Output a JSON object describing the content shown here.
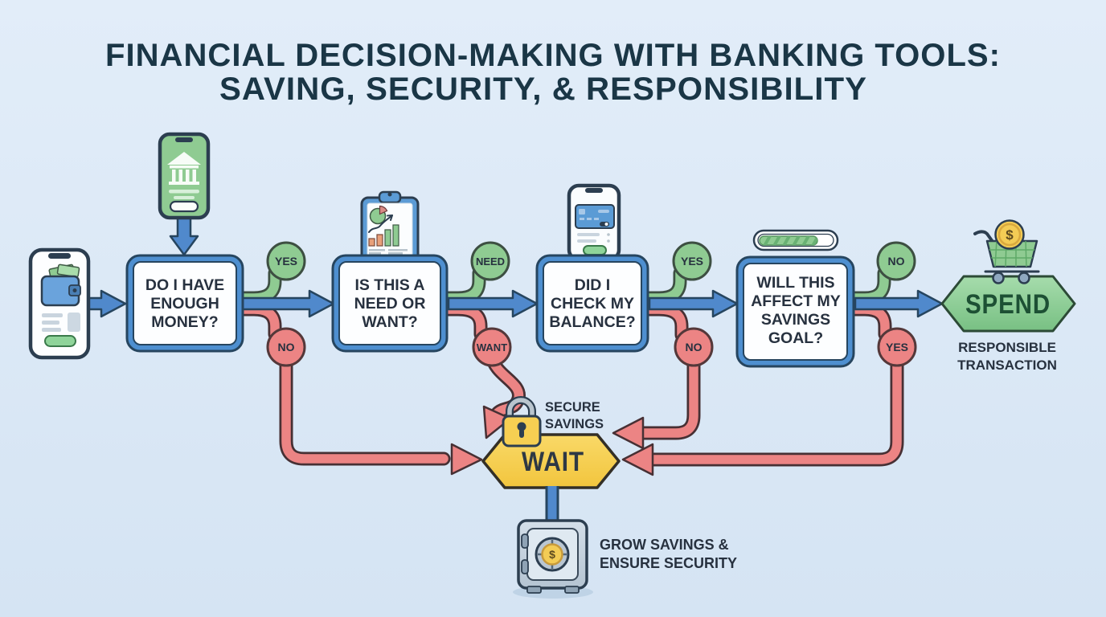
{
  "title": {
    "line1": "FINANCIAL DECISION-MAKING WITH BANKING TOOLS:",
    "line2": "SAVING, SECURITY, & RESPONSIBILITY"
  },
  "flow": {
    "decisions": [
      {
        "lines": [
          "DO I HAVE",
          "ENOUGH",
          "MONEY?"
        ],
        "top_branch": "YES",
        "bottom_branch": "NO"
      },
      {
        "lines": [
          "IS THIS A",
          "NEED OR",
          "WANT?"
        ],
        "top_branch": "NEED",
        "bottom_branch": "WANT"
      },
      {
        "lines": [
          "DID I",
          "CHECK MY",
          "BALANCE?"
        ],
        "top_branch": "YES",
        "bottom_branch": "NO"
      },
      {
        "lines": [
          "WILL THIS",
          "AFFECT MY",
          "SAVINGS",
          "GOAL?"
        ],
        "top_branch": "NO",
        "bottom_branch": "YES"
      }
    ],
    "spend": {
      "label": "SPEND",
      "caption_line1": "RESPONSIBLE",
      "caption_line2": "TRANSACTION"
    },
    "wait": {
      "label": "WAIT",
      "caption_line1": "SECURE",
      "caption_line2": "SAVINGS"
    },
    "safe": {
      "caption_line1": "GROW SAVINGS &",
      "caption_line2": "ENSURE SECURITY"
    }
  },
  "symbols": {
    "dollar": "$"
  },
  "icons": {
    "wallet_phone": "wallet-phone-icon",
    "bank_app_phone": "bank-app-phone-icon",
    "spending_chart_clipboard": "spending-chart-clipboard-icon",
    "balance_phone": "balance-phone-icon",
    "savings_progress_bar": "savings-progress-bar-icon",
    "shopping_cart_coin": "shopping-cart-coin-icon",
    "padlock": "padlock-icon",
    "safe_vault": "safe-vault-icon"
  },
  "colors": {
    "background": "#dbe8f6",
    "title_text": "#1a3646",
    "flow_blue": "#5089cc",
    "positive_green": "#8fcb92",
    "negative_red": "#ec8484",
    "wait_yellow": "#f6cf52",
    "spend_green": "#84c98c",
    "coin_gold": "#f3cc55",
    "dark_outline": "#2c3e50"
  }
}
